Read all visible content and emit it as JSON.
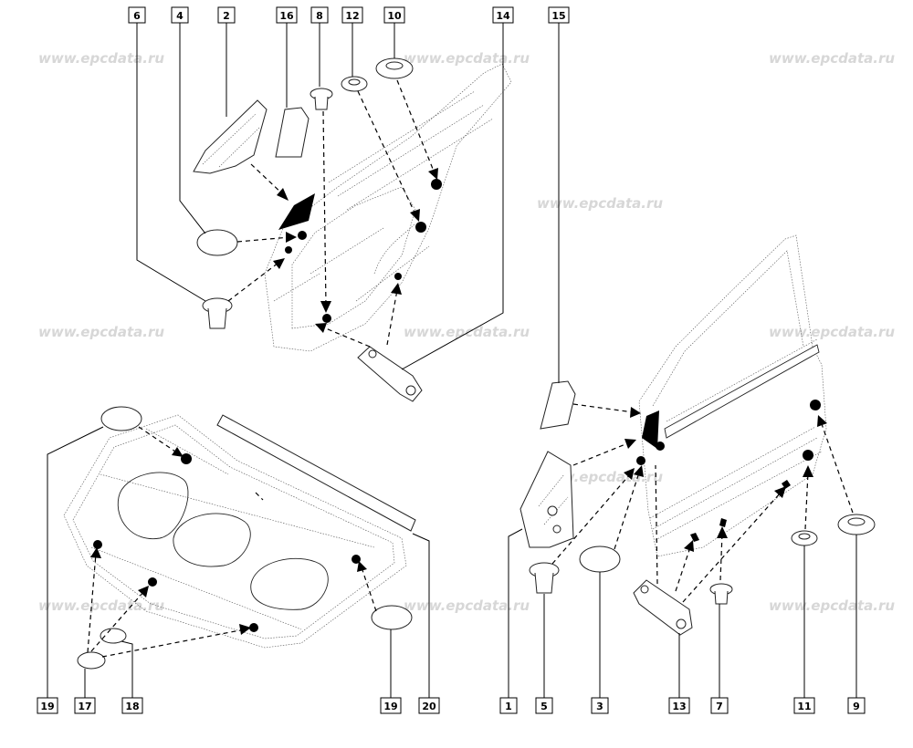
{
  "watermark": "www.epcdata.ru",
  "callouts": {
    "c6": "6",
    "c4": "4",
    "c2": "2",
    "c16": "16",
    "c8": "8",
    "c12": "12",
    "c10": "10",
    "c14": "14",
    "c15": "15",
    "c19a": "19",
    "c17": "17",
    "c18": "18",
    "c19b": "19",
    "c20": "20",
    "c1": "1",
    "c5": "5",
    "c3": "3",
    "c13": "13",
    "c7": "7",
    "c11": "11",
    "c9": "9"
  }
}
